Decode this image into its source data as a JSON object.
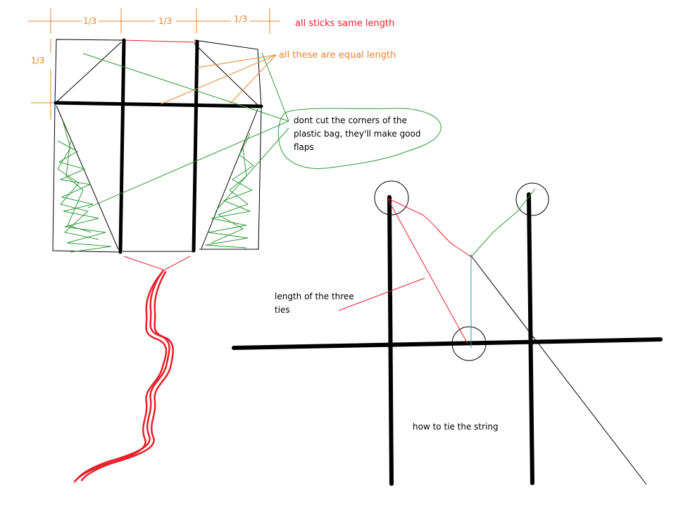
{
  "measurements": {
    "fraction": "1/3"
  },
  "annotations": {
    "sticks": "all sticks same length",
    "equal_length": "all these are equal length",
    "corners_line1": "dont cut the corners of the",
    "corners_line2": "plastic bag, they'll make good",
    "corners_line3": "flaps",
    "ties_line1": "length of the three",
    "ties_line2": "ties",
    "how_to_tie": "how to tie the string"
  },
  "colors": {
    "orange": "#e8842c",
    "red": "#e8202a",
    "green": "#2f9a3a",
    "teal": "#1a9fa8",
    "black": "#000000"
  }
}
